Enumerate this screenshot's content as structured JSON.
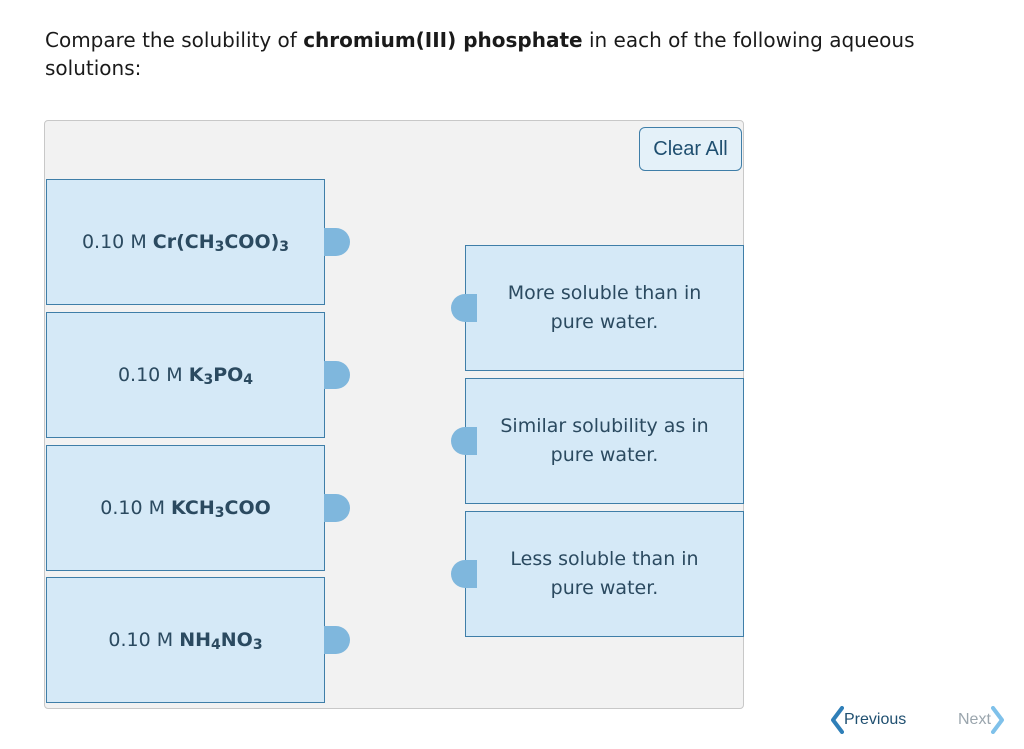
{
  "question": {
    "prefix": "Compare the solubility of ",
    "compound": "chromium(III) phosphate",
    "suffix": " in each of the following aqueous solutions:"
  },
  "clear_all_label": "Clear All",
  "solutions": [
    {
      "conc": "0.10 M ",
      "formula_parts": [
        "Cr(CH",
        "3",
        "COO)",
        "3"
      ]
    },
    {
      "conc": "0.10 M ",
      "formula_parts": [
        "K",
        "3",
        "PO",
        "4"
      ]
    },
    {
      "conc": "0.10 M ",
      "formula_parts": [
        "KCH",
        "3",
        "COO"
      ]
    },
    {
      "conc": "0.10 M ",
      "formula_parts": [
        "NH",
        "4",
        "NO",
        "3"
      ]
    }
  ],
  "targets": [
    {
      "line1": "More soluble than in",
      "line2": "pure water."
    },
    {
      "line1": "Similar solubility as in",
      "line2": "pure water."
    },
    {
      "line1": "Less soluble than in",
      "line2": "pure water."
    }
  ],
  "navigation": {
    "previous_label": "Previous",
    "next_label": "Next"
  },
  "colors": {
    "card_fill": "#d5e9f7",
    "card_border": "#3f7ea8",
    "knob": "#7fb7dd",
    "board": "#f2f2f2",
    "nav_active": "#1f4f70",
    "nav_disabled": "#9aa5ad"
  }
}
